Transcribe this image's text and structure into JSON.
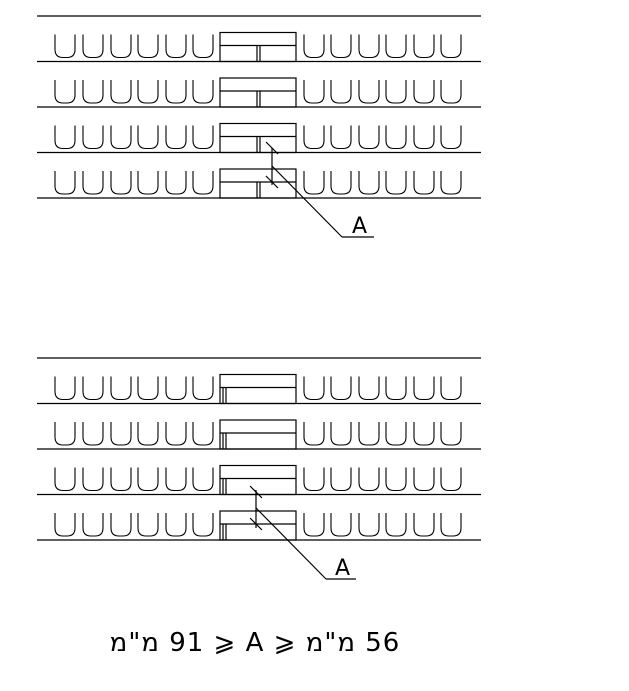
{
  "diagrams": [
    {
      "label": "A"
    },
    {
      "label": "A"
    }
  ],
  "formula": "מ\"מ 91 ⩾ A ⩾ מ\"מ 56"
}
